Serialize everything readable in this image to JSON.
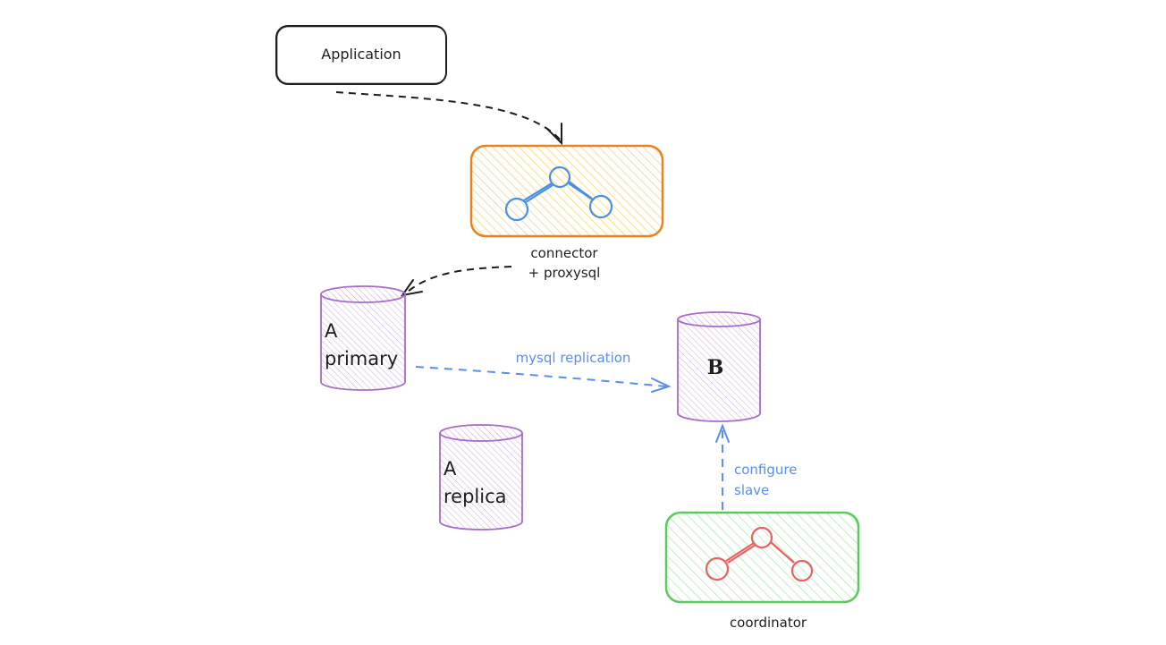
{
  "colors": {
    "stroke_dark": "#1e1e1e",
    "connector_stroke": "#e8821e",
    "connector_fill": "#ffd43b",
    "connector_icon": "#4a90e2",
    "db_stroke": "#a66cc7",
    "db_fill": "#d6a8e8",
    "coordinator_stroke": "#5cc95c",
    "coordinator_fill": "#8fe08f",
    "coordinator_icon": "#e86060",
    "blue_edge": "#5b8def"
  },
  "nodes": {
    "application": {
      "label": "Application"
    },
    "connector": {
      "caption_line1": "connector",
      "caption_line2": "+ proxysql",
      "icon": "graph-nodes-icon"
    },
    "a_primary": {
      "line1": "A",
      "line2": "primary"
    },
    "a_replica": {
      "line1": "A",
      "line2": "replica"
    },
    "b": {
      "label": "B"
    },
    "coordinator": {
      "caption": "coordinator",
      "icon": "graph-nodes-icon"
    }
  },
  "edges": {
    "app_to_connector": {
      "style": "dashed"
    },
    "connector_to_primary": {
      "style": "dashed"
    },
    "replication": {
      "label": "mysql replication",
      "style": "dashed"
    },
    "configure": {
      "label_line1": "configure",
      "label_line2": "slave",
      "style": "dashed"
    }
  }
}
